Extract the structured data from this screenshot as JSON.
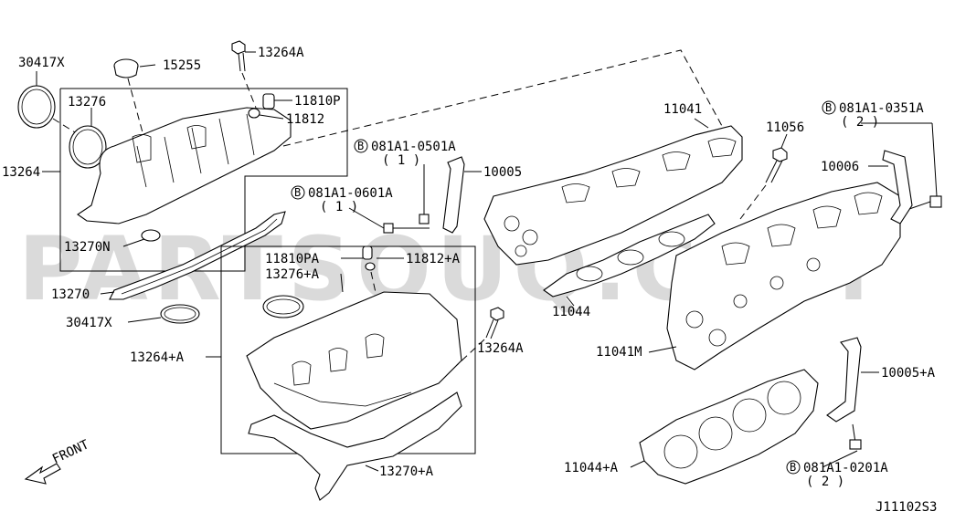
{
  "watermark": "PARTSOUQ.COM",
  "diagram_code": "J11102S3",
  "front_label": "FRONT",
  "labels": {
    "p30417x": "30417X",
    "p15255": "15255",
    "p13264a_top": "13264A",
    "p11810p": "11810P",
    "p11812": "11812",
    "p13276": "13276",
    "p13264": "13264",
    "p13270n": "13270N",
    "p13270": "13270",
    "p30417x_b": "30417X",
    "p13264pa": "13264+A",
    "p11810pa": "11810PA",
    "p11812pa": "11812+A",
    "p13276pa": "13276+A",
    "p13264a_mid": "13264A",
    "p13270pa": "13270+A",
    "p0501_code": "081A1-0501A",
    "p0501_qty": "( 1 )",
    "p0601_code": "081A1-0601A",
    "p0601_qty": "( 1 )",
    "p10005": "10005",
    "p11041": "11041",
    "p11044": "11044",
    "p11056": "11056",
    "p0351_code": "081A1-0351A",
    "p0351_qty": "( 2 )",
    "p10006": "10006",
    "p11041m": "11041M",
    "p10005pa": "10005+A",
    "p11044pa": "11044+A",
    "p0201_code": "081A1-0201A",
    "p0201_qty": "( 2 )"
  },
  "bolt_marker": "B"
}
